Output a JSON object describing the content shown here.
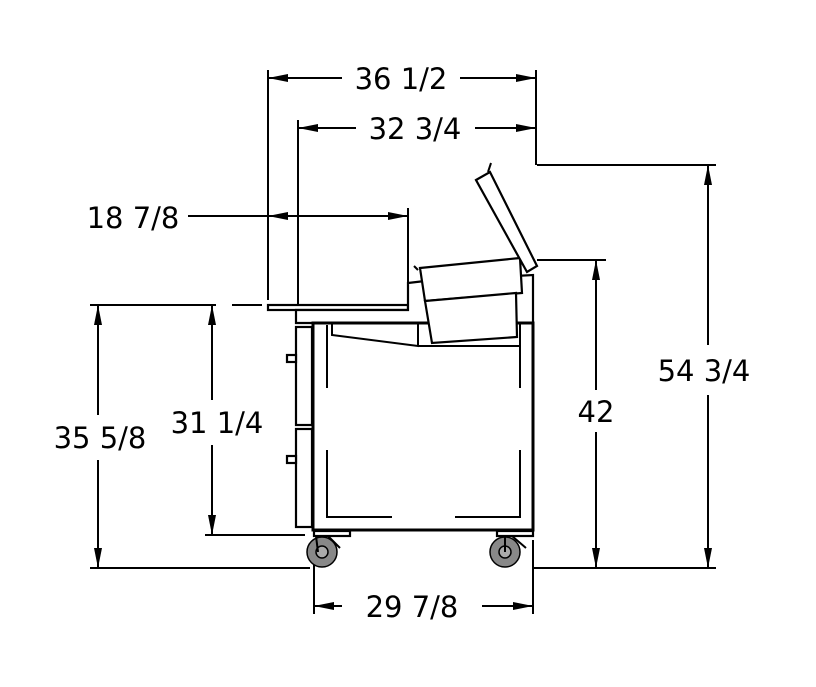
{
  "drawing": {
    "title": "Side elevation of refrigerated prep table with open lid",
    "dimensions": {
      "overall_depth": "36 1/2",
      "cabinet_top_depth": "32 3/4",
      "cutting_board_depth": "18 7/8",
      "overall_height_lid_open": "54 3/4",
      "height_to_rail": "42",
      "work_surface_height": "35 5/8",
      "cabinet_height": "31 1/4",
      "base_depth": "29 7/8"
    },
    "colors": {
      "line": "#000000",
      "wheel": "#888888"
    }
  }
}
